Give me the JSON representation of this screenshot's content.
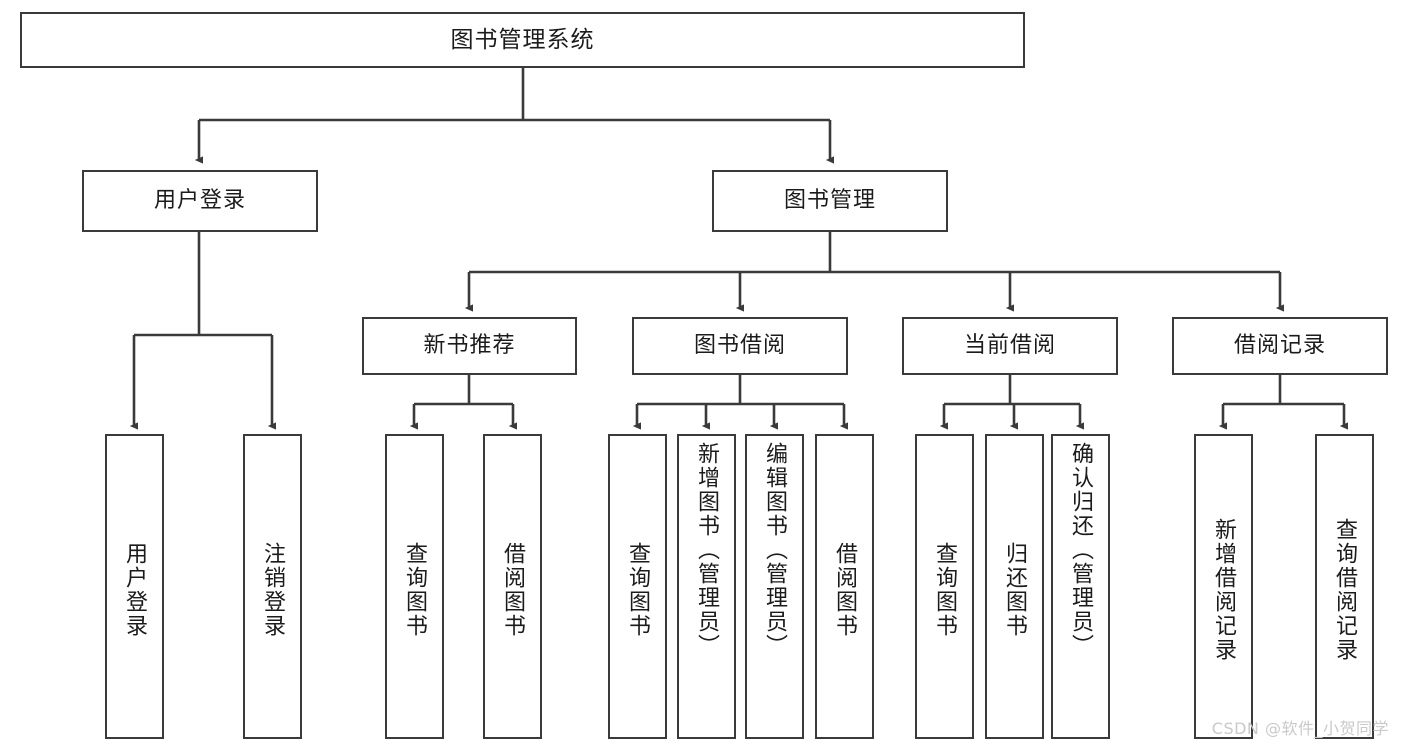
{
  "diagram": {
    "type": "tree-hierarchy",
    "title": "图书管理系统",
    "stroke_color": "#3a3a3a",
    "text_color": "#1b1b1b",
    "background_color": "#ffffff",
    "watermark": "CSDN @软件_小贺同学",
    "levels": {
      "root": "图书管理系统",
      "level2": [
        "用户登录",
        "图书管理"
      ],
      "level3": [
        "新书推荐",
        "图书借阅",
        "当前借阅",
        "借阅记录"
      ]
    },
    "nodes": {
      "root": {
        "label": "图书管理系统"
      },
      "user_login": {
        "label": "用户登录"
      },
      "book_manage": {
        "label": "图书管理"
      },
      "new_book_rec": {
        "label": "新书推荐"
      },
      "book_borrow": {
        "label": "图书借阅"
      },
      "current_borrow": {
        "label": "当前借阅"
      },
      "borrow_record": {
        "label": "借阅记录"
      }
    },
    "leaves": {
      "user_login_1": {
        "label": "用户登录"
      },
      "user_login_2": {
        "label": "注销登录"
      },
      "new_book_1": {
        "label": "查询图书"
      },
      "new_book_2": {
        "label": "借阅图书"
      },
      "borrow_1": {
        "label": "查询图书"
      },
      "borrow_2": {
        "label": "新增图书（管理员）"
      },
      "borrow_3": {
        "label": "编辑图书（管理员）"
      },
      "borrow_4": {
        "label": "借阅图书"
      },
      "current_1": {
        "label": "查询图书"
      },
      "current_2": {
        "label": "归还图书"
      },
      "current_3": {
        "label": "确认归还（管理员）"
      },
      "record_1": {
        "label": "新增借阅记录"
      },
      "record_2": {
        "label": "查询借阅记录"
      }
    }
  }
}
